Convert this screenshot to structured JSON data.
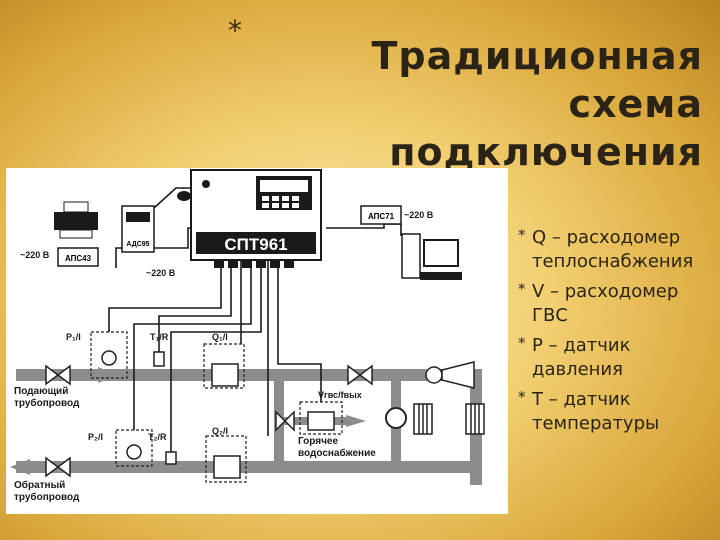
{
  "title": {
    "star": "*",
    "text": "Традиционная схема подключения"
  },
  "bullets": [
    {
      "star": "*",
      "text": "Q – расходомер\nтеплоснабжения"
    },
    {
      "star": "*",
      "text": "V – расходомер\nГВС"
    },
    {
      "star": "*",
      "text": "P – датчик\nдавления"
    },
    {
      "star": "*",
      "text": "T – датчик\nтемпературы"
    }
  ],
  "diagram": {
    "device_name": "СПТ961",
    "adapter_left": "АПС43",
    "adapter_right": "АПС71",
    "adapter_mid": "АДС95",
    "power_left": "~220 В",
    "power_mid": "~220 В",
    "power_right": "~220 В",
    "sensor_p1": "P₁/I",
    "sensor_t1": "T₁/R",
    "sensor_q1": "Q₁/I",
    "sensor_p2": "P₂/I",
    "sensor_t2": "T₂/R",
    "sensor_q2": "Q₂/I",
    "sensor_v": "Vгвс/fвых",
    "supply_pipe": "Подающий\nтрубопровод",
    "return_pipe": "Обратный\nтрубопровод",
    "hot_water": "Горячее\nводоснабжение"
  },
  "colors": {
    "pipe": "#8c8c8c",
    "wire": "#1a1a1a",
    "panel": "#ffffff"
  }
}
